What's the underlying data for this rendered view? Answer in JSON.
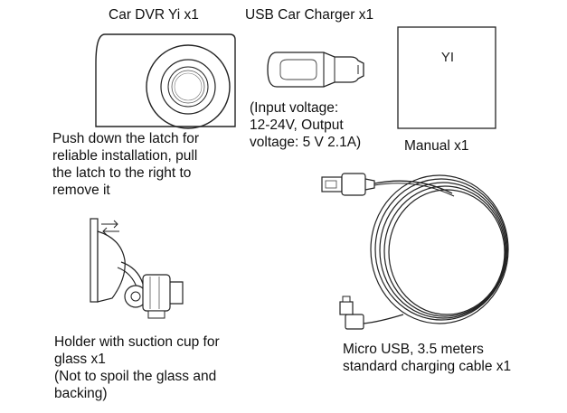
{
  "items": {
    "car_dvr": {
      "label": "Car DVR Yi x1"
    },
    "charger": {
      "label": "USB Car Charger x1",
      "spec": "(Input voltage:\n12-24V, Output\nvoltage: 5 V 2.1A)"
    },
    "manual": {
      "label": "Manual x1",
      "logo": "YI"
    },
    "latch_note": {
      "text": "Push down the latch for\nreliable installation, pull\nthe latch to the right to\nremove it"
    },
    "holder": {
      "label": "Holder with suction cup for\nglass x1\n(Not to spoil the glass and\nbacking)"
    },
    "cable": {
      "label": "Micro USB, 3.5 meters\nstandard charging cable x1"
    }
  },
  "icons": [
    "dashcam-icon",
    "car-charger-icon",
    "manual-booklet-icon",
    "suction-holder-icon",
    "usb-cable-icon"
  ]
}
